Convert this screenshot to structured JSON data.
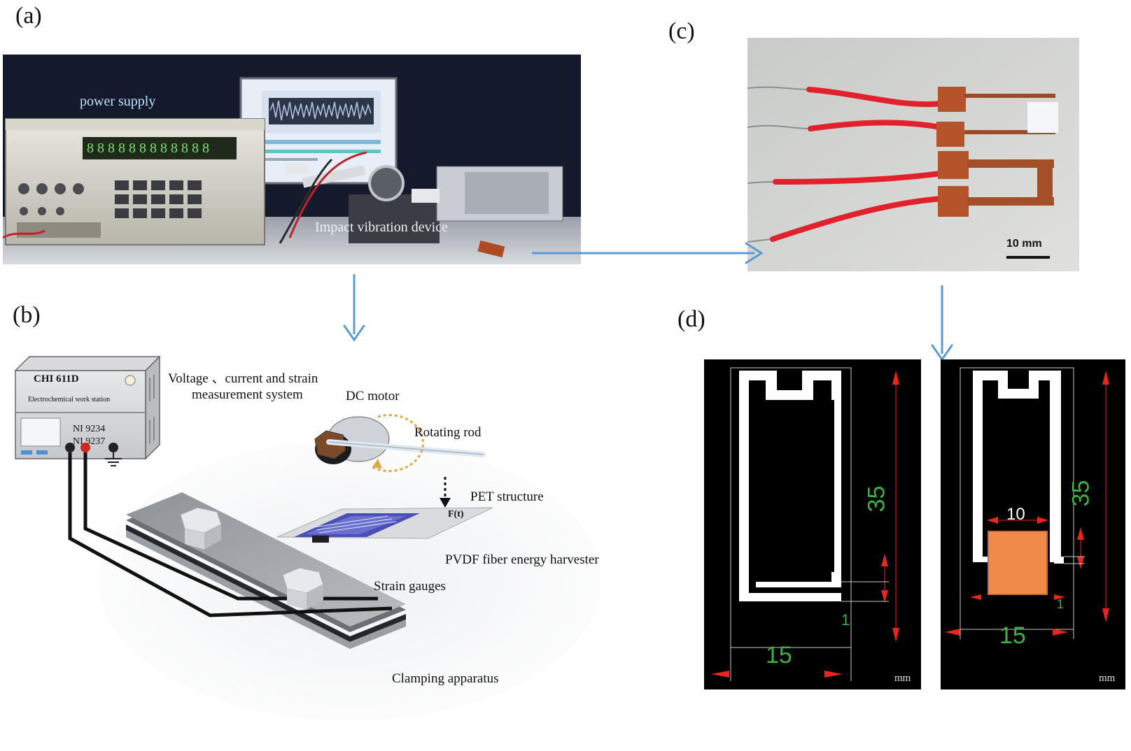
{
  "panels": {
    "a": {
      "label": "(a)",
      "power_supply_label": "power supply",
      "impact_device_label": "Impact vibration device"
    },
    "b": {
      "label": "(b)",
      "workstation_model": "CHI 611D",
      "workstation_desc": "Electrochemical  work station",
      "ni_line1": "NI 9234",
      "ni_line2": "NI 9237",
      "measurement_line1": "Voltage 、current and strain",
      "measurement_line2": "measurement system",
      "dc_motor": "DC motor",
      "rotating_rod": "Rotating rod",
      "pet_structure": "PET structure",
      "force_label": "F(t)",
      "harvester": "PVDF fiber energy harvester",
      "strain_gauges": "Strain gauges",
      "clamping": "Clamping apparatus"
    },
    "c": {
      "label": "(c)",
      "scale_bar": "10 mm"
    },
    "d": {
      "label": "(d)",
      "left": {
        "dim_length": "35",
        "dim_width": "15",
        "dim_gap": "1",
        "unit": "mm"
      },
      "right": {
        "dim_length": "35",
        "dim_width": "15",
        "dim_square": "10",
        "dim_gap": "1",
        "unit": "mm"
      }
    }
  },
  "colors": {
    "arrow": "#5b9bd5",
    "dim_red": "#e8261f",
    "dim_green": "#3cb043",
    "copper_patch": "#f08a4b",
    "wire_red": "#e1222c"
  }
}
